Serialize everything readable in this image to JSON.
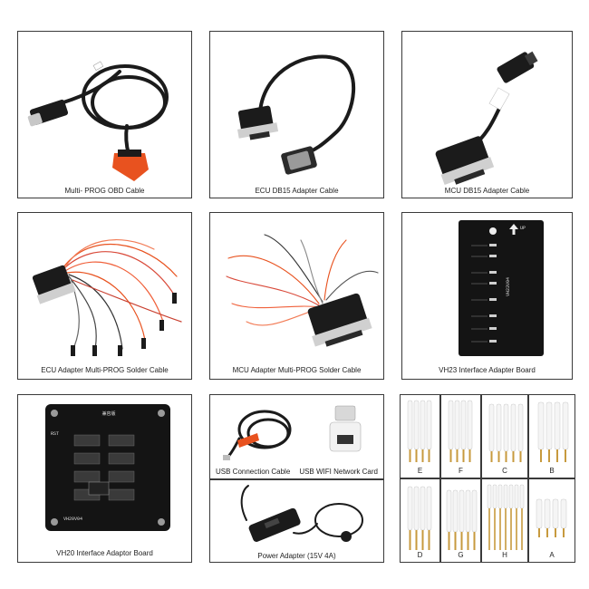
{
  "panels": {
    "obd_cable": "Multi- PROG OBD Cable",
    "ecu_db15": "ECU DB15 Adapter Cable",
    "mcu_db15": "MCU DB15 Adapter Cable",
    "ecu_solder": "ECU Adapter Multi-PROG Solder Cable",
    "mcu_solder": "MCU Adapter Multi-PROG Solder Cable",
    "vh23": "VH23 Interface Adapter Board",
    "vh20": "VH20 Interface Adaptor Board",
    "usb_cable": "USB Connection Cable",
    "usb_wifi": "USB WIFI Network Card",
    "power": "Power Adapter (15V 4A)"
  },
  "board_text": {
    "vh23_model": "VH23V04",
    "vh23_up": "UP",
    "vh20_model": "VH20V04",
    "vh20_title": "兼容版",
    "vh20_rst": "RST"
  },
  "pin_sets": [
    "E",
    "F",
    "C",
    "B",
    "D",
    "G",
    "H",
    "A"
  ],
  "colors": {
    "cable": "#1b1b1b",
    "obd_plug": "#e8521f",
    "board": "#141414",
    "pin_gold": "#c79a3e"
  }
}
